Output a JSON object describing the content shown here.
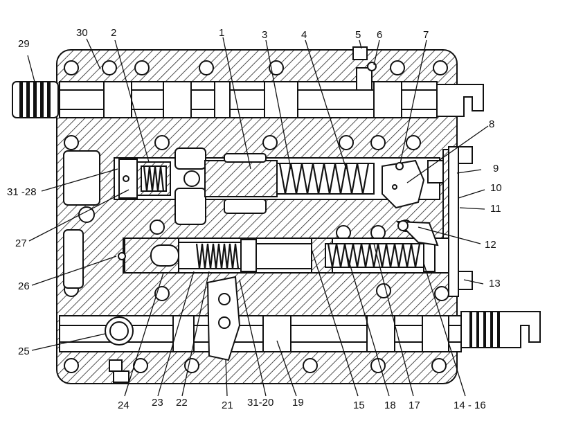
{
  "diagram": {
    "labels": {
      "l1": "1",
      "l2": "2",
      "l3": "3",
      "l4": "4",
      "l5": "5",
      "l6": "6",
      "l7": "7",
      "l8": "8",
      "l9": "9",
      "l10": "10",
      "l11": "11",
      "l12": "12",
      "l13": "13",
      "l14_16": "14 - 16",
      "l15": "15",
      "l17": "17",
      "l18": "18",
      "l19": "19",
      "l31_20": "31-20",
      "l21": "21",
      "l22": "22",
      "l23": "23",
      "l24": "24",
      "l25": "25",
      "l26": "26",
      "l27": "27",
      "l31_28": "31 -28",
      "l29": "29",
      "l30": "30"
    }
  }
}
